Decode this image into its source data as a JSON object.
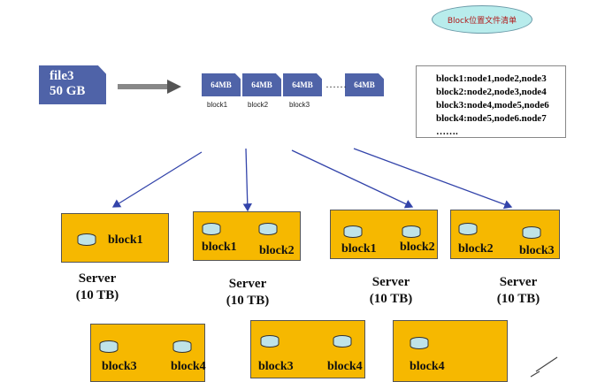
{
  "file": {
    "name": "file3",
    "size": "50 GB"
  },
  "blocks": [
    {
      "size": "64MB",
      "label": "block1"
    },
    {
      "size": "64MB",
      "label": "block2"
    },
    {
      "size": "64MB",
      "label": "block3"
    },
    {
      "size": "64MB",
      "label": ""
    }
  ],
  "ellipsis": "……",
  "location_bubble": "Block位置文件清单",
  "location_list": [
    "block1:node1,node2,node3",
    "block2:node2,node3,node4",
    "block3:node4,mode5,node6",
    "block4:node5,node6.node7",
    "……."
  ],
  "server_label": {
    "line1": "Server",
    "line2": "(10 TB)"
  },
  "servers_top": [
    {
      "blocks": [
        "block1"
      ]
    },
    {
      "blocks": [
        "block1",
        "block2"
      ]
    },
    {
      "blocks": [
        "block1",
        "block2"
      ]
    },
    {
      "blocks": [
        "block2",
        "block3"
      ]
    }
  ],
  "servers_bottom": [
    {
      "blocks": [
        "block3",
        "block4"
      ]
    },
    {
      "blocks": [
        "block3",
        "block4"
      ]
    },
    {
      "blocks": [
        "block4"
      ]
    }
  ],
  "colors": {
    "file_blue": "#4f63a8",
    "server_orange": "#f6b800",
    "bubble_cyan": "#b8ecec",
    "arrow_blue": "#3344aa"
  }
}
